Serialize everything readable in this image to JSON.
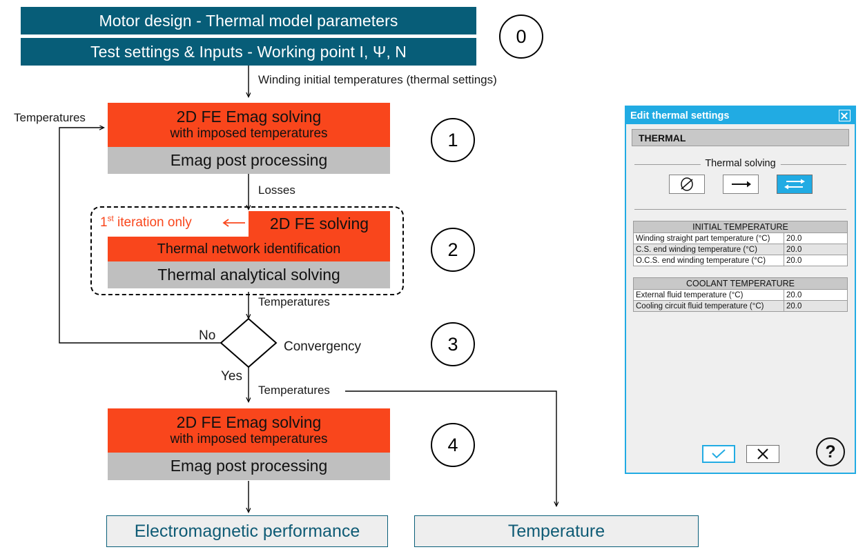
{
  "flowchart": {
    "header": {
      "line1": "Motor design - Thermal model parameters",
      "line2": "Test settings & Inputs - Working point I, Ψ, N",
      "step": "0"
    },
    "edge_labels": {
      "winding_initial": "Winding initial temperatures (thermal settings)",
      "losses": "Losses",
      "temperatures_loop": "Temperatures",
      "temperatures_to_conv": "Temperatures",
      "temperatures_yes": "Temperatures",
      "no": "No",
      "yes": "Yes",
      "convergency": "Convergency",
      "first_iteration_only": "1st iteration only",
      "first_iteration_sup": "st"
    },
    "step1": {
      "number": "1",
      "band_top_line1": "2D FE Emag solving",
      "band_top_line2": "with imposed temperatures",
      "band_bottom": "Emag post processing"
    },
    "step2": {
      "number": "2",
      "band_top": "2D FE solving",
      "band_mid": "Thermal network identification",
      "band_bottom": "Thermal analytical solving"
    },
    "step3": {
      "number": "3"
    },
    "step4": {
      "number": "4",
      "band_top_line1": "2D FE Emag solving",
      "band_top_line2": "with imposed temperatures",
      "band_bottom": "Emag post processing"
    },
    "results": {
      "electromagnetic": "Electromagnetic performance",
      "temperature": "Temperature"
    }
  },
  "dialog": {
    "title": "Edit thermal settings",
    "close_icon": "close-icon",
    "section_header": "THERMAL",
    "fieldset_legend": "Thermal solving",
    "solving_modes": [
      {
        "icon": "no-thermal-icon",
        "glyph": "Ø",
        "selected": false
      },
      {
        "icon": "one-way-arrow-icon",
        "glyph": "→",
        "selected": false
      },
      {
        "icon": "two-way-arrow-icon",
        "glyph": "⇄",
        "selected": true
      }
    ],
    "tables": [
      {
        "header": "INITIAL TEMPERATURE",
        "rows": [
          {
            "label": "Winding straight part temperature (°C)",
            "value": "20.0",
            "shade": "white"
          },
          {
            "label": "C.S. end winding temperature (°C)",
            "value": "20.0",
            "shade": "gray"
          },
          {
            "label": "O.C.S. end winding temperature (°C)",
            "value": "20.0",
            "shade": "white"
          }
        ]
      },
      {
        "header": "COOLANT TEMPERATURE",
        "rows": [
          {
            "label": "External fluid temperature (°C)",
            "value": "20.0",
            "shade": "white"
          },
          {
            "label": "Cooling circuit fluid temperature (°C)",
            "value": "20.0",
            "shade": "gray"
          }
        ]
      }
    ],
    "footer": {
      "ok_icon": "checkmark-icon",
      "cancel_icon": "cross-icon",
      "help_label": "?"
    }
  },
  "colors": {
    "teal": "#075d78",
    "orange": "#f9461c",
    "gray": "#bfbfbf",
    "dialog_blue": "#21abe3",
    "result_bg": "#eeeeee"
  }
}
